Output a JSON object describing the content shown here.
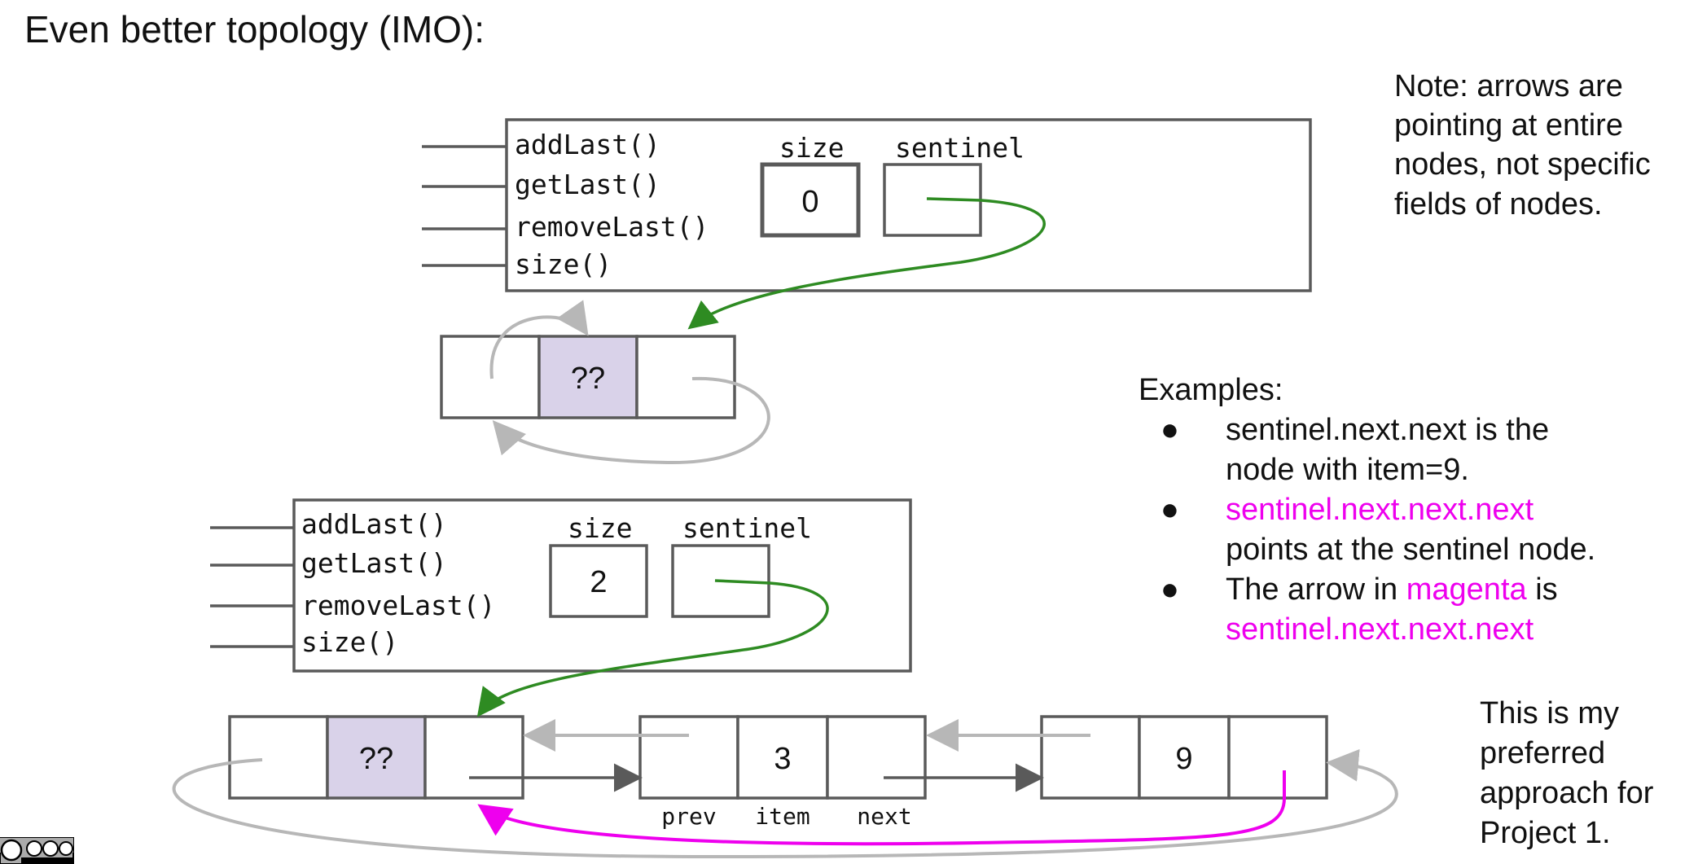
{
  "title": "Even better topology (IMO):",
  "top_list": {
    "methods": [
      "addLast()",
      "getLast()",
      "removeLast()",
      "size()"
    ],
    "size_label": "size",
    "sentinel_label": "sentinel",
    "size_value": "0",
    "sentinel_node_item": "??"
  },
  "bottom_list": {
    "methods": [
      "addLast()",
      "getLast()",
      "removeLast()",
      "size()"
    ],
    "size_label": "size",
    "sentinel_label": "sentinel",
    "size_value": "2",
    "nodes": [
      {
        "item": "??"
      },
      {
        "item": "3"
      },
      {
        "item": "9"
      }
    ],
    "field_labels": {
      "prev": "prev",
      "item": "item",
      "next": "next"
    }
  },
  "note_lines": [
    "Note: arrows are",
    "pointing at entire",
    "nodes, not specific",
    "fields of nodes."
  ],
  "examples": {
    "heading": "Examples:",
    "bullet1": [
      "sentinel.next.next is the",
      "node with item=9."
    ],
    "bullet2_magenta": "sentinel.next.next.next",
    "bullet2_rest": "points at the sentinel node.",
    "bullet3_prefix": "The arrow in ",
    "bullet3_magenta_word": "magenta",
    "bullet3_suffix": " is",
    "bullet3_magenta_line": "sentinel.next.next.next"
  },
  "preferred_lines": [
    "This is my",
    "preferred",
    "approach for",
    "Project 1."
  ],
  "colors": {
    "green": "#2e8b22",
    "magenta": "#ee00ee",
    "grey": "#b7b7b7",
    "shade": "#d9d2e9"
  },
  "license_icon": "cc-by-nc-sa-icon"
}
